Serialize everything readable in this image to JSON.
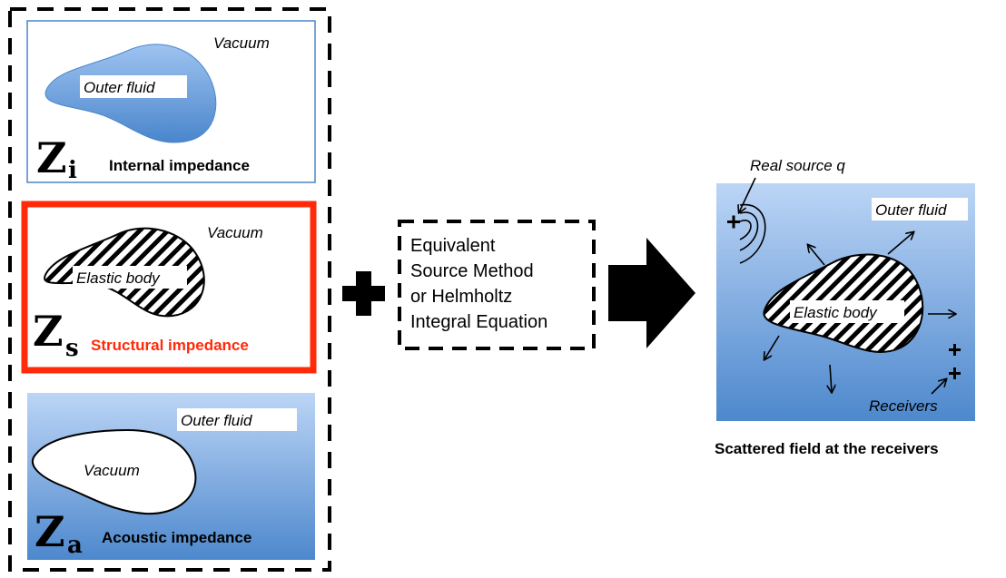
{
  "panels": {
    "internal": {
      "outside_label": "Vacuum",
      "inside_label": "Outer fluid",
      "z_letter": "Z",
      "z_subscript": "i",
      "caption": "Internal impedance"
    },
    "structural": {
      "outside_label": "Vacuum",
      "inside_label": "Elastic body",
      "z_letter": "Z",
      "z_subscript": "s",
      "caption": "Structural impedance"
    },
    "acoustic": {
      "outside_label": "Outer fluid",
      "inside_label": "Vacuum",
      "z_letter": "Z",
      "z_subscript": "a",
      "caption": "Acoustic impedance"
    }
  },
  "method": {
    "lines": [
      "Equivalent",
      "Source Method",
      "or Helmholtz",
      "Integral Equation"
    ]
  },
  "result": {
    "source_label": "Real source q",
    "medium_label": "Outer fluid",
    "body_label": "Elastic body",
    "receivers_label": "Receivers",
    "caption": "Scattered field at the receivers"
  },
  "colors": {
    "highlight": "#ff2a0a",
    "fluid_light": "#b8d2f5",
    "fluid_dark": "#4a86cc"
  }
}
